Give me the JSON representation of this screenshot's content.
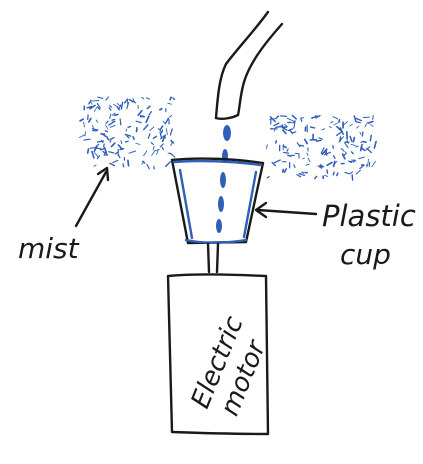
{
  "labels": {
    "mist": "mist",
    "plastic": "Plastic",
    "cup": "cup",
    "electric": "Electric",
    "motor": "motor"
  },
  "colors": {
    "ink": "#1a1a1a",
    "water": "#2f5fb8",
    "background": "#ffffff"
  }
}
